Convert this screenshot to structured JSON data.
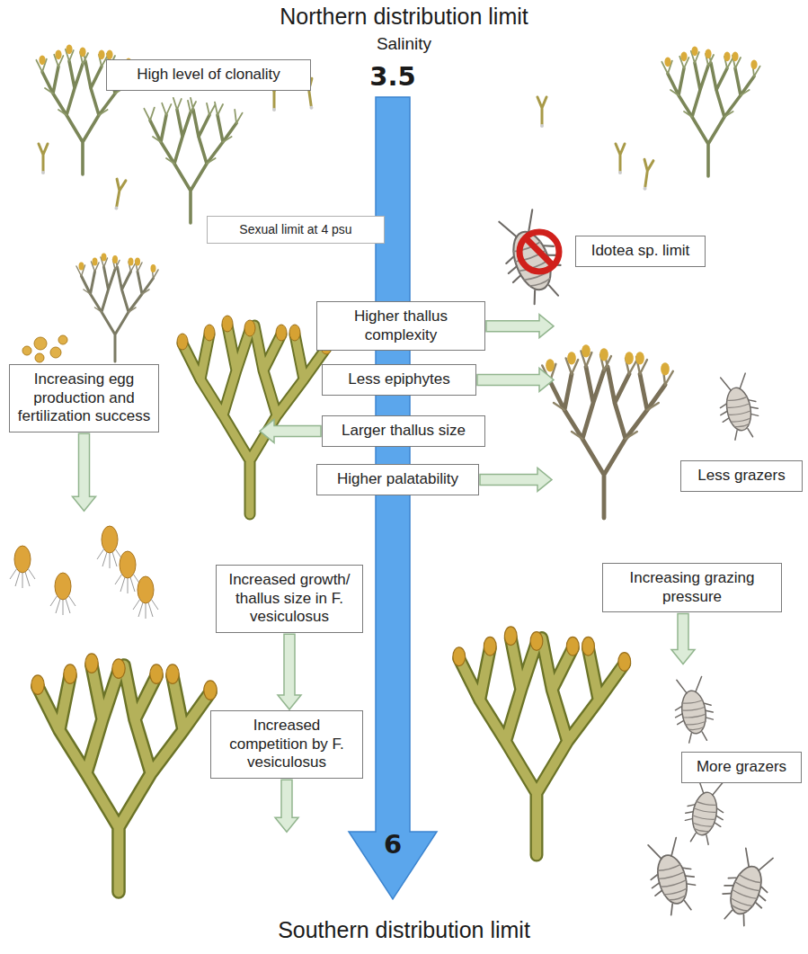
{
  "diagram": {
    "nodes": [
      {
        "text": [
          "High level of clonality"
        ]
      },
      {
        "text": [
          "Sexual limit at 4 psu"
        ]
      },
      {
        "text": [
          "Idotea sp. limit"
        ]
      },
      {
        "text": [
          "Higher thallus complexity"
        ]
      },
      {
        "text": [
          "Increasing egg production and fertilization success"
        ]
      },
      {
        "text": [
          "Less epiphytes"
        ]
      },
      {
        "text": [
          "Larger thallus size"
        ]
      },
      {
        "text": [
          "Higher palatability"
        ]
      },
      {
        "text": [
          "Less grazers"
        ]
      },
      {
        "text": [
          "Increased growth/ thallus size in F. vesiculosus"
        ]
      },
      {
        "text": [
          "Increasing grazing pressure"
        ]
      },
      {
        "text": [
          "Increased competition by F. vesiculosus"
        ]
      },
      {
        "text": [
          "More grazers"
        ]
      }
    ],
    "edges": [
      {
        "from": 9,
        "to": 11,
        "arrow": "to"
      }
    ],
    "labels": [
      "Northern distribution limit",
      "Salinity",
      "3.5",
      "6",
      "Southern distribution limit"
    ]
  }
}
